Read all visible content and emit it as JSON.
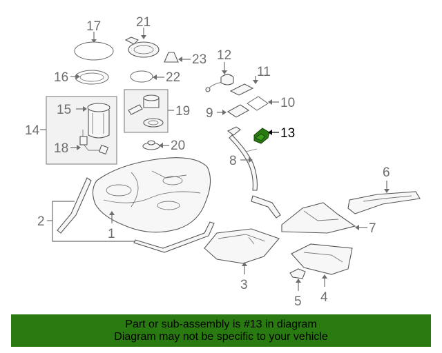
{
  "callouts": {
    "n1": "1",
    "n2": "2",
    "n3": "3",
    "n4": "4",
    "n5": "5",
    "n6": "6",
    "n7": "7",
    "n8": "8",
    "n9": "9",
    "n10": "10",
    "n11": "11",
    "n12": "12",
    "n13": "13",
    "n14": "14",
    "n15": "15",
    "n16": "16",
    "n17": "17",
    "n18": "18",
    "n19": "19",
    "n20": "20",
    "n21": "21",
    "n22": "22",
    "n23": "23"
  },
  "highlighted_part": "13",
  "colors": {
    "highlight": "#2a7a12",
    "banner_background": "#2a7a12",
    "callout_text": "#6e6e6e"
  },
  "banner": {
    "line1": "Part or sub-assembly is #13 in diagram",
    "line2": "Diagram may not be specific to your vehicle"
  }
}
